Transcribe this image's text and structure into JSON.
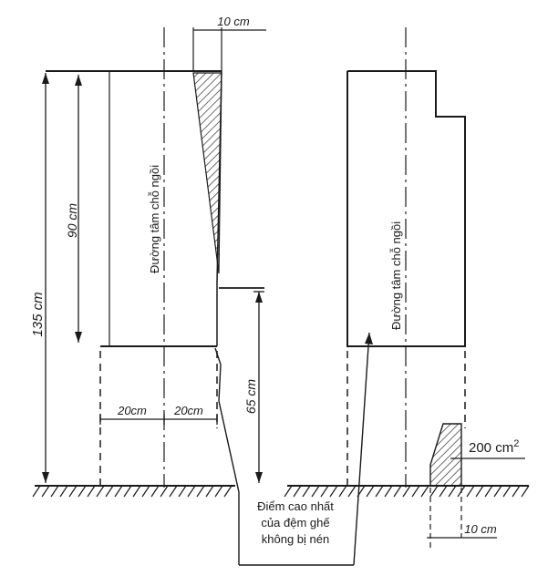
{
  "labels": {
    "top_width": "10 cm",
    "height_90": "90 cm",
    "height_135": "135 cm",
    "height_65": "65 cm",
    "left_half": "20cm",
    "right_half": "20cm",
    "area": "200 cm",
    "area_exp": "2",
    "bottom_width": "10 cm",
    "centerline_left": "Đường tâm chỗ ngồi",
    "centerline_right": "Đường tâm chỗ ngồi",
    "seat_point_line1": "Điểm cao nhất",
    "seat_point_line2": "của đệm ghế",
    "seat_point_line3": "không bị nén"
  }
}
